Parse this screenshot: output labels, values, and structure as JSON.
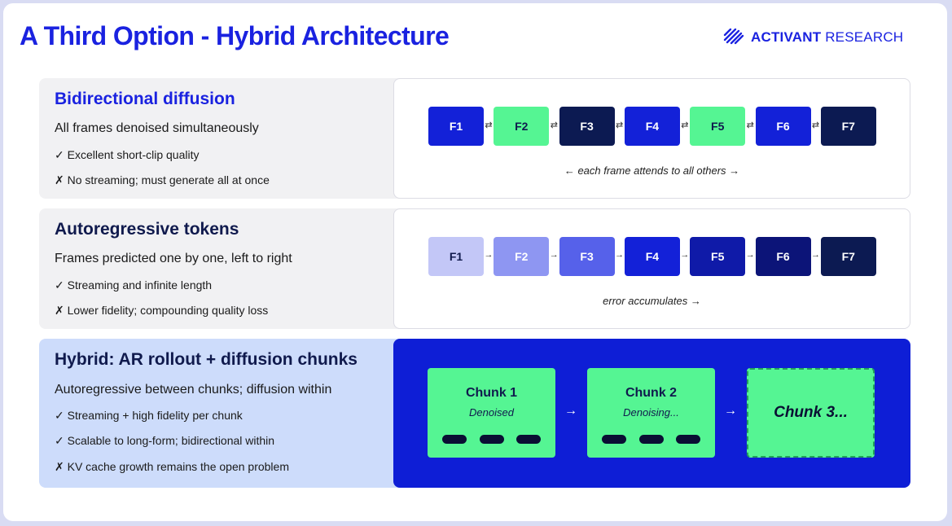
{
  "title": "A Third Option - Hybrid Architecture",
  "logo": {
    "brand_bold": "ACTIVANT",
    "brand_light": " RESEARCH"
  },
  "rows": [
    {
      "heading": "Bidirectional diffusion",
      "subtitle": "All frames denoised simultaneously",
      "points": [
        "✓ Excellent short-clip quality",
        "✗ No streaming; must generate all at once"
      ],
      "frames": [
        {
          "label": "F1",
          "color": "#1321d8",
          "text_color": "#ffffff"
        },
        {
          "label": "F2",
          "color": "#55f593",
          "text_color": "#101a4d"
        },
        {
          "label": "F3",
          "color": "#0c1a52",
          "text_color": "#ffffff"
        },
        {
          "label": "F4",
          "color": "#1321d8",
          "text_color": "#ffffff"
        },
        {
          "label": "F5",
          "color": "#55f593",
          "text_color": "#101a4d"
        },
        {
          "label": "F6",
          "color": "#1321d8",
          "text_color": "#ffffff"
        },
        {
          "label": "F7",
          "color": "#0c1a52",
          "text_color": "#ffffff"
        }
      ],
      "connector": "⇄",
      "caption": "← each frame attends to all others →"
    },
    {
      "heading": "Autoregressive tokens",
      "subtitle": "Frames predicted one by one, left to right",
      "points": [
        "✓ Streaming and infinite length",
        "✗ Lower fidelity; compounding quality loss"
      ],
      "frames": [
        {
          "label": "F1",
          "color": "#c3c7f7",
          "text_color": "#101a4d"
        },
        {
          "label": "F2",
          "color": "#8e96f2",
          "text_color": "#ffffff"
        },
        {
          "label": "F3",
          "color": "#5661ea",
          "text_color": "#ffffff"
        },
        {
          "label": "F4",
          "color": "#1321d8",
          "text_color": "#ffffff"
        },
        {
          "label": "F5",
          "color": "#0f1aa8",
          "text_color": "#ffffff"
        },
        {
          "label": "F6",
          "color": "#0c1478",
          "text_color": "#ffffff"
        },
        {
          "label": "F7",
          "color": "#0c1a52",
          "text_color": "#ffffff"
        }
      ],
      "connector": "→",
      "caption": "error accumulates →"
    },
    {
      "heading": "Hybrid: AR rollout + diffusion chunks",
      "subtitle": "Autoregressive between chunks; diffusion within",
      "points": [
        "✓ Streaming + high fidelity per chunk",
        "✓ Scalable to long-form; bidirectional within",
        "✗ KV cache growth remains the open problem"
      ],
      "chunks": [
        {
          "title": "Chunk 1",
          "status": "Denoised"
        },
        {
          "title": "Chunk 2",
          "status": "Denoising..."
        },
        {
          "title": "Chunk 3..."
        }
      ],
      "connector": "→"
    }
  ],
  "colors": {
    "accent": "#1a22e0",
    "navy": "#0c1a52",
    "green": "#55f593",
    "hybrid_panel": "#0e1ed6",
    "hybrid_left": "#cddcfb"
  }
}
